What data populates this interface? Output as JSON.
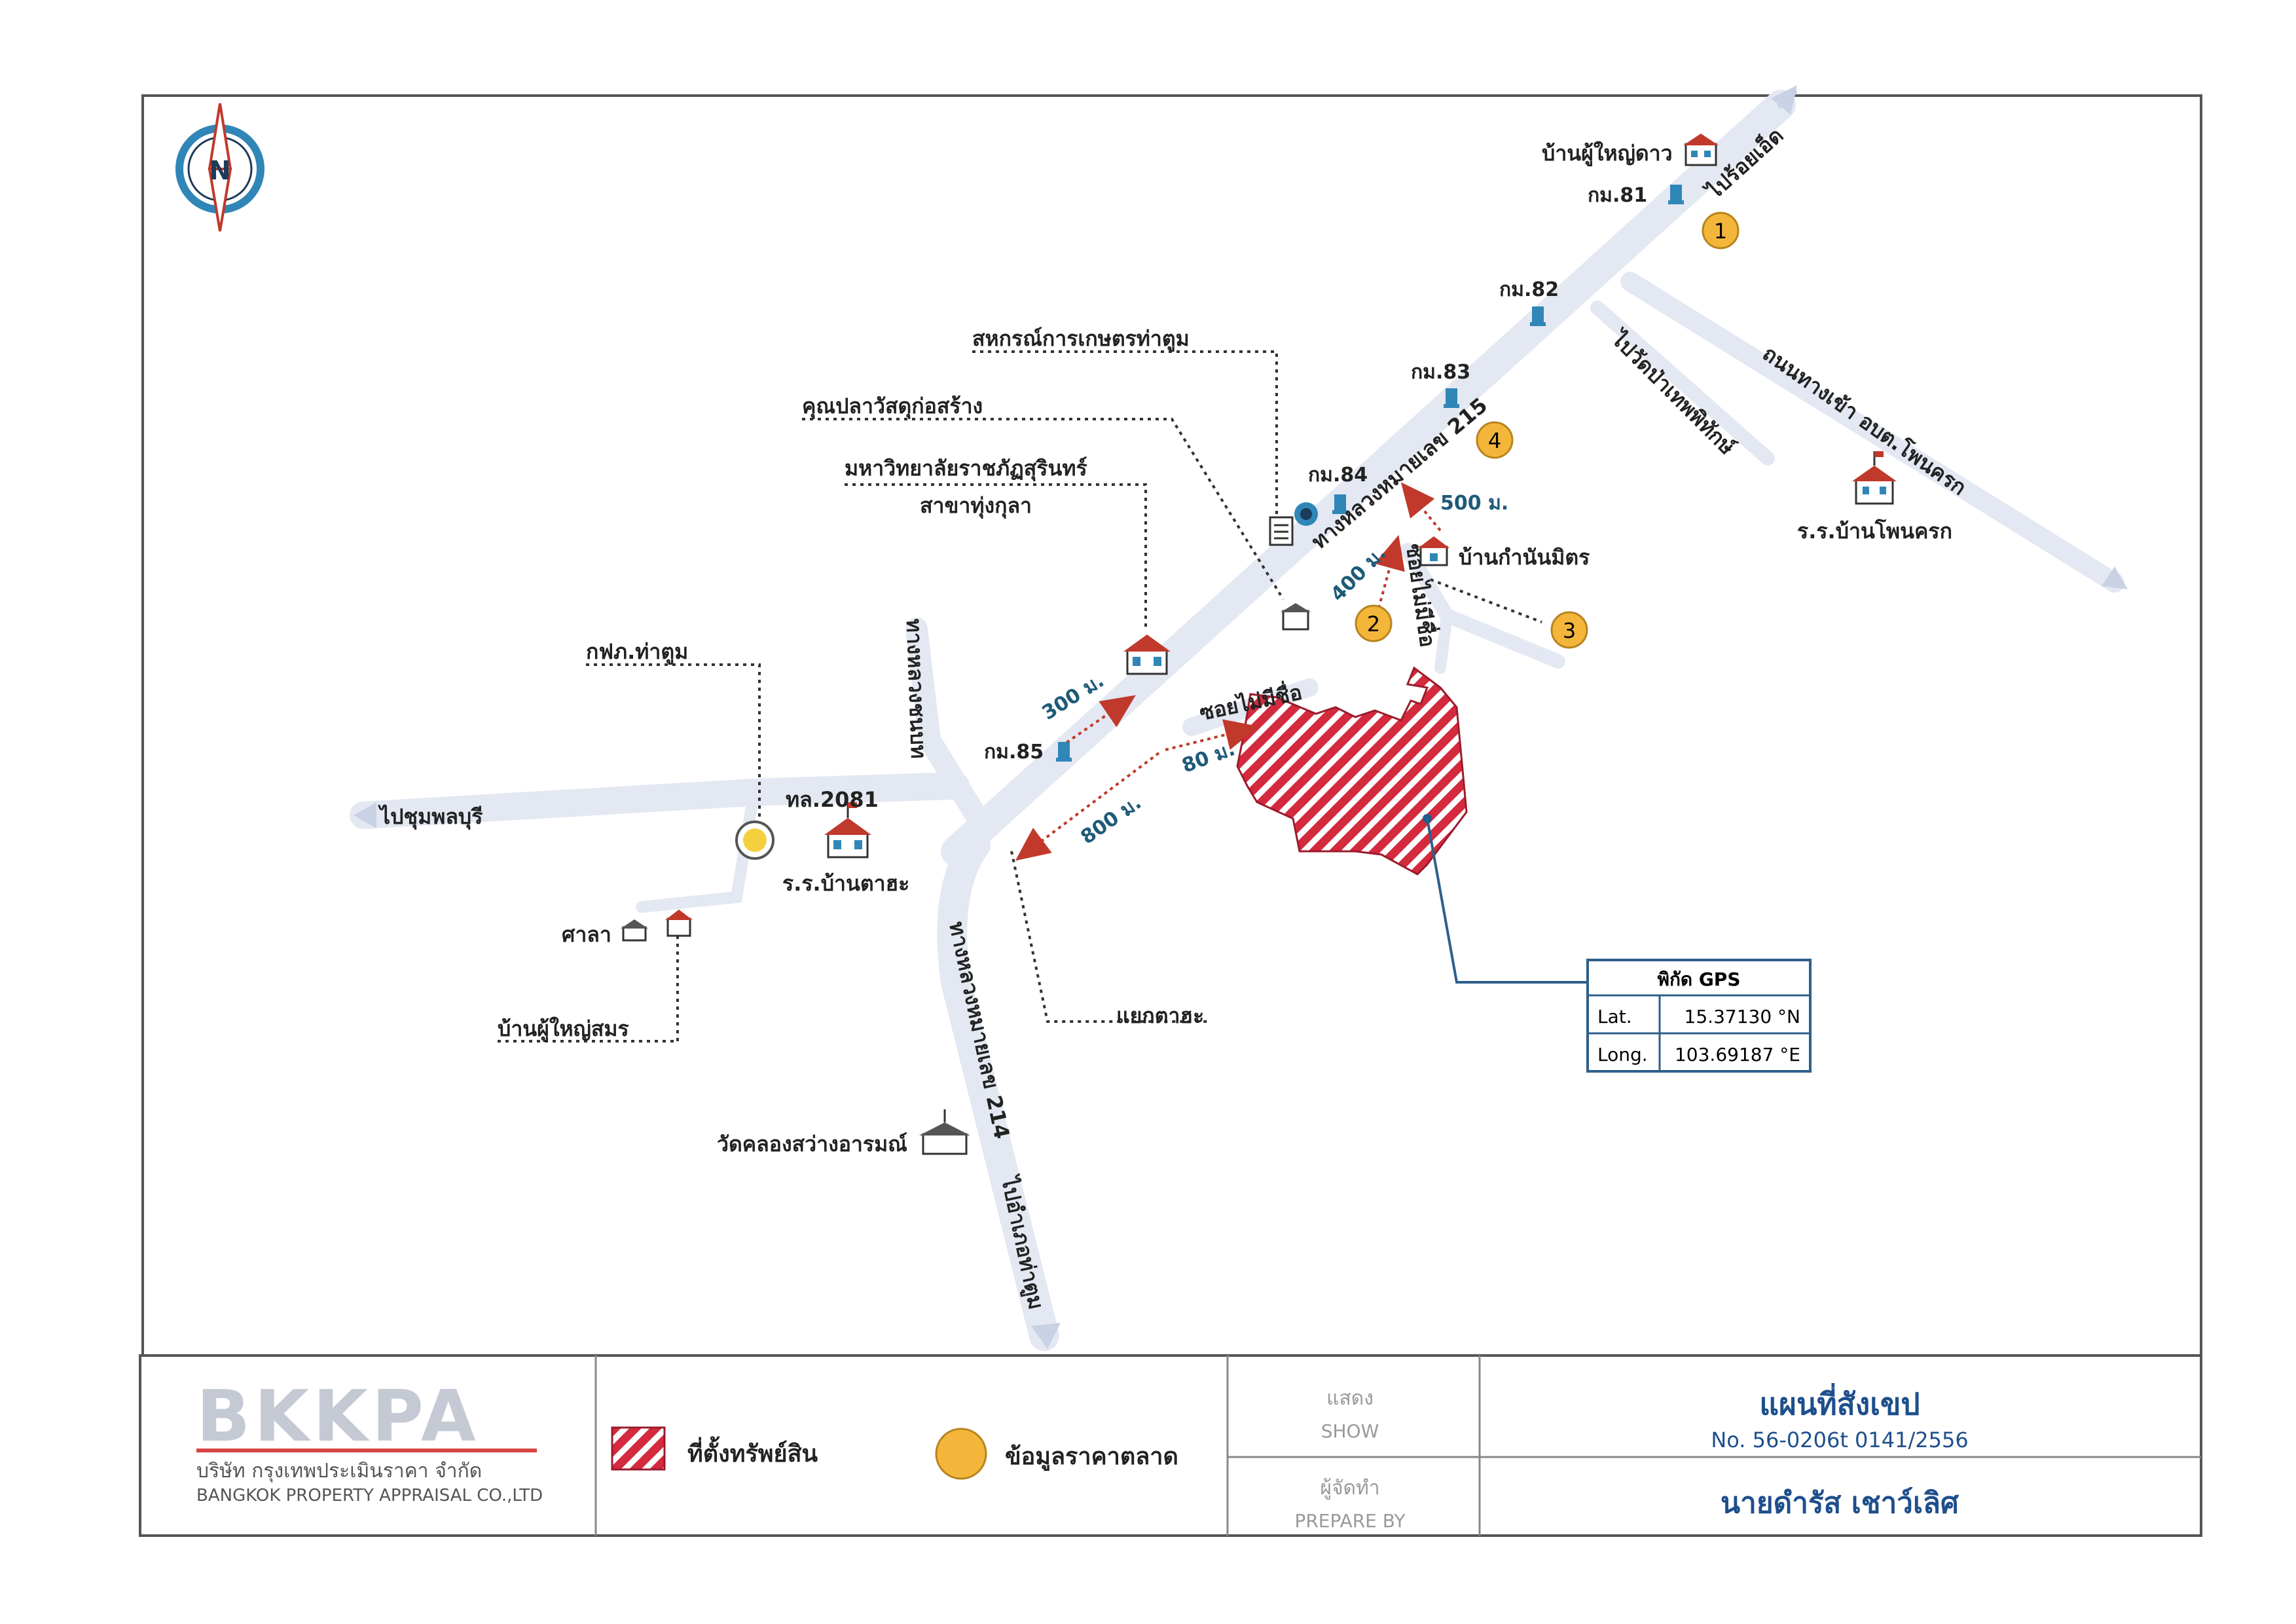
{
  "colors": {
    "road": "#e3e8f2",
    "road_edge": "#c9d2e4",
    "property_fill": "#d32a3e",
    "market_dot": "#f4b63a",
    "marker_blue": "#2f86b7",
    "distance_text": "#1e5a78",
    "dotted_red": "#c0392b",
    "frame": "#333333"
  },
  "compass": {
    "label": "N"
  },
  "roads": {
    "hw215": "ทางหลวงหมายเลข 215",
    "hw214": "ทางหลวงหมายเลข 214",
    "rural": "ทางหลวงชนบท",
    "tl2081": "ทล.2081",
    "soi_main": "ซอยไม่มีชื่อ",
    "soi_small": "ซอยไม่มีชื่อ",
    "entrance": "ถนนทางเข้า อบต.โพนครก"
  },
  "directions": {
    "to_roi_et": "ไปร้อยเอ็ด",
    "to_wat": "ไปวัดป่าเทพพิทักษ์",
    "to_chumphon_buri": "ไปชุมพลบุรี",
    "to_tha_tum": "ไปอำเภอท่าตูม"
  },
  "km_posts": [
    "กม.81",
    "กม.82",
    "กม.83",
    "กม.84",
    "กม.85"
  ],
  "distances": [
    "300 ม.",
    "400 ม.",
    "500 ม.",
    "800 ม.",
    "80 ม."
  ],
  "landmarks": {
    "ban_phuyai_dao": "บ้านผู้ใหญ่ดาว",
    "coop": "สหกรณ์การเกษตรท่าตูม",
    "pipe_shop": "คุณปลาวัสดุก่อสร้าง",
    "university_1": "มหาวิทยาลัยราชภัฏสุรินทร์",
    "university_2": "สาขาทุ่งกุลา",
    "ban_kamnan": "บ้านกำนันมิตร",
    "school_phonkrok": "ร.ร.บ้านโพนครก",
    "pea": "กฟภ.ท่าตูม",
    "school_taha": "ร.ร.บ้านตาฮะ",
    "sala": "ศาลา",
    "ban_phuyai_samon": "บ้านผู้ใหญ่สมร",
    "yaek_taha": "แยกตาฮะ",
    "wat": "วัดคลองสว่างอารมณ์"
  },
  "market_points": [
    "1",
    "2",
    "3",
    "4"
  ],
  "gps": {
    "title": "พิกัด GPS",
    "lat_label": "Lat.",
    "lat_value": "15.37130 °N",
    "long_label": "Long.",
    "long_value": "103.69187 °E"
  },
  "footer": {
    "logo": "BKKPA",
    "company_th": "บริษัท กรุงเทพประเมินราคา จำกัด",
    "company_en": "BANGKOK PROPERTY APPRAISAL CO.,LTD",
    "legend_property": "ที่ตั้งทรัพย์สิน",
    "legend_market": "ข้อมูลราคาตลาด",
    "show_th": "แสดง",
    "show_en": "SHOW",
    "prepare_th": "ผู้จัดทำ",
    "prepare_en": "PREPARE BY",
    "map_title": "แผนที่สังเขป",
    "doc_number": "No. 56-0206t   0141/2556",
    "preparer": "นายดำรัส  เชาว์เลิศ"
  }
}
